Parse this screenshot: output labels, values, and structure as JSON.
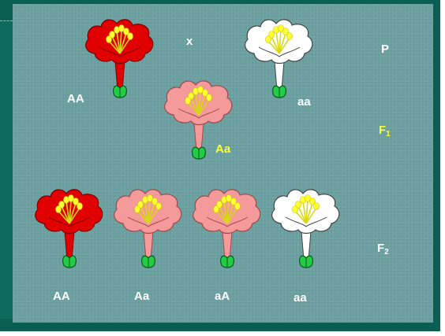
{
  "colors": {
    "red": "#e00000",
    "pink": "#f49a9a",
    "white": "#ffffff",
    "background": "#6b9fa0",
    "border": "#0b5f52",
    "label_white": "#ffffff",
    "label_yellow": "#ffff33"
  },
  "parents": {
    "cross_symbol": "x",
    "generation_label": "P",
    "left": {
      "genotype": "AA",
      "flower_color": "red"
    },
    "right": {
      "genotype": "aa",
      "flower_color": "white"
    }
  },
  "f1": {
    "generation_label": "F",
    "generation_sub": "1",
    "genotype": "Aa",
    "flower_color": "pink"
  },
  "f2": {
    "generation_label": "F",
    "generation_sub": "2",
    "offspring": [
      {
        "genotype": "AA",
        "flower_color": "red"
      },
      {
        "genotype": "Aa",
        "flower_color": "pink"
      },
      {
        "genotype": "aA",
        "flower_color": "pink"
      },
      {
        "genotype": "aa",
        "flower_color": "white"
      }
    ]
  }
}
